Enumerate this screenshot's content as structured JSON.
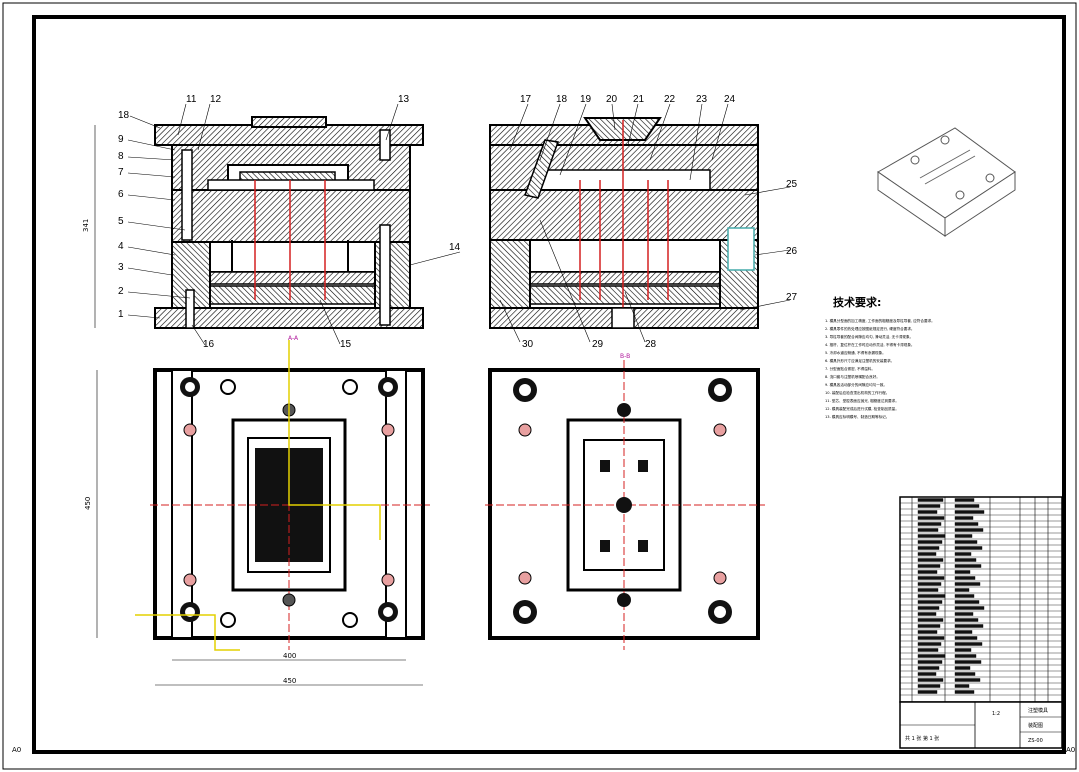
{
  "drawing": {
    "sheet_size": "A0",
    "tech_req_title": "技术要求:",
    "tech_requirements": [
      "1. 模具分型面的加工精度, 工作面的粗糙度及导柱导套, 应符合要求。",
      "2. 模具零件的热处理应按图纸规定进行, 硬度符合要求。",
      "3. 导柱导套的配合间隙应均匀, 滑动灵活, 无卡滞现象。",
      "4. 推杆、复位杆在工作时应动作灵活, 不得有卡滞现象。",
      "5. 冷却水道应畅通, 不得有渗漏现象。",
      "6. 模具外形尺寸应满足注塑机的安装要求。",
      "7. 分型面贴合紧密, 不得溢料。",
      "8. 浇口套与注塑机喷嘴配合良好。",
      "9. 模具各活动部分的间隙应均匀一致。",
      "10. 装配后应检查顶出机构的工作行程。",
      "11. 型芯、型腔表面应抛光, 粗糙度达到要求。",
      "12. 模具装配完成后进行试模, 检查制品质量。",
      "13. 模具应标明模号、制造日期等标记。"
    ],
    "views": [
      {
        "name": "main-section",
        "label": ""
      },
      {
        "name": "side-section",
        "label": ""
      },
      {
        "name": "fixed-half-plan",
        "label": "A-A"
      },
      {
        "name": "moving-half-plan",
        "label": "B-B"
      }
    ],
    "part_labels_left": [
      "18",
      "11",
      "12",
      "13",
      "9",
      "8",
      "7",
      "6",
      "5",
      "4",
      "3",
      "2",
      "1",
      "14",
      "16",
      "15"
    ],
    "part_labels_right": [
      "17",
      "18",
      "19",
      "20",
      "21",
      "22",
      "23",
      "24",
      "25",
      "26",
      "27",
      "30",
      "29",
      "28"
    ],
    "dimensions": {
      "height_left": "341",
      "plan_height": "450",
      "inner_width": "400",
      "outer_width": "450"
    },
    "title_block": {
      "scale": "1:2",
      "drawing_title": "注塑模具",
      "drawing_sub": "装配图",
      "drawing_no": "ZS-00",
      "sheets": "共 1 张  第 1 张"
    },
    "colors": {
      "line": "#000000",
      "hatch": "#000000",
      "center": "#d42020",
      "purple": "#b0179b",
      "yellow": "#e3d000"
    }
  }
}
